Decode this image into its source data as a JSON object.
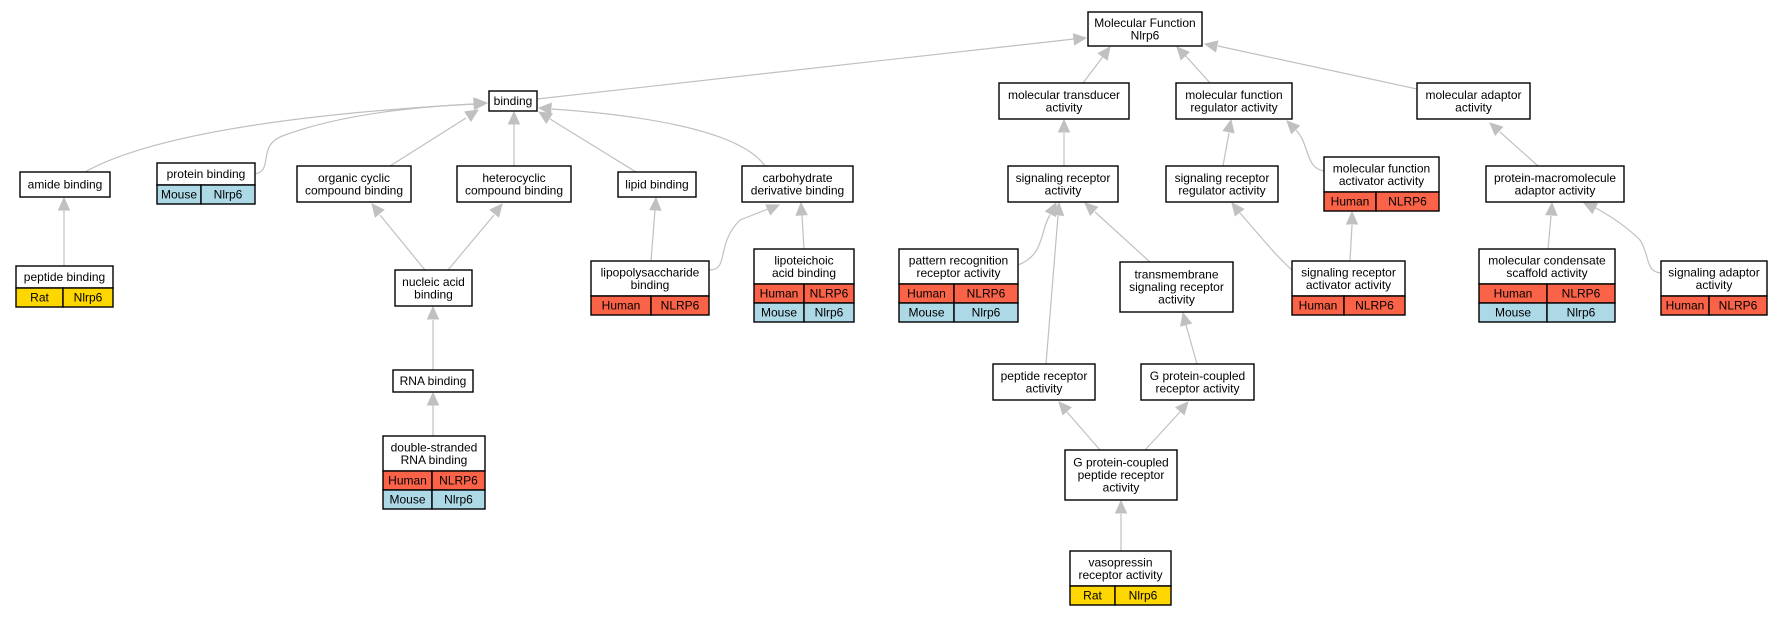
{
  "colors": {
    "human": "#fa6347",
    "mouse": "#add8e6",
    "rat": "#ffd700",
    "edge": "#c0c0c0",
    "border": "#000000",
    "box_fill": "#ffffff"
  },
  "nodes": [
    {
      "id": "mf",
      "label": [
        "Molecular Function",
        "Nlrp6"
      ],
      "annotations": []
    },
    {
      "id": "binding",
      "label": [
        "binding"
      ],
      "annotations": []
    },
    {
      "id": "mol_transducer",
      "label": [
        "molecular transducer",
        "activity"
      ],
      "annotations": []
    },
    {
      "id": "mf_regulator",
      "label": [
        "molecular function",
        "regulator activity"
      ],
      "annotations": []
    },
    {
      "id": "mol_adaptor",
      "label": [
        "molecular adaptor",
        "activity"
      ],
      "annotations": []
    },
    {
      "id": "amide",
      "label": [
        "amide binding"
      ],
      "annotations": []
    },
    {
      "id": "protein_binding",
      "label": [
        "protein binding"
      ],
      "annotations": [
        {
          "species": "Mouse",
          "gene": "Nlrp6",
          "color": "mouse"
        }
      ]
    },
    {
      "id": "organic_cyclic",
      "label": [
        "organic cyclic",
        "compound binding"
      ],
      "annotations": []
    },
    {
      "id": "heterocyclic",
      "label": [
        "heterocyclic",
        "compound binding"
      ],
      "annotations": []
    },
    {
      "id": "lipid_binding",
      "label": [
        "lipid binding"
      ],
      "annotations": []
    },
    {
      "id": "carbohydrate",
      "label": [
        "carbohydrate",
        "derivative binding"
      ],
      "annotations": []
    },
    {
      "id": "sig_receptor",
      "label": [
        "signaling receptor",
        "activity"
      ],
      "annotations": []
    },
    {
      "id": "sig_rec_regulator",
      "label": [
        "signaling receptor",
        "regulator activity"
      ],
      "annotations": []
    },
    {
      "id": "mf_activator",
      "label": [
        "molecular function",
        "activator activity"
      ],
      "annotations": [
        {
          "species": "Human",
          "gene": "NLRP6",
          "color": "human"
        }
      ]
    },
    {
      "id": "pm_adaptor",
      "label": [
        "protein-macromolecule",
        "adaptor activity"
      ],
      "annotations": []
    },
    {
      "id": "peptide_binding",
      "label": [
        "peptide binding"
      ],
      "annotations": [
        {
          "species": "Rat",
          "gene": "Nlrp6",
          "color": "rat"
        }
      ]
    },
    {
      "id": "nucleic_acid",
      "label": [
        "nucleic acid",
        "binding"
      ],
      "annotations": []
    },
    {
      "id": "lps_binding",
      "label": [
        "lipopolysaccharide",
        "binding"
      ],
      "annotations": [
        {
          "species": "Human",
          "gene": "NLRP6",
          "color": "human"
        }
      ]
    },
    {
      "id": "lta_binding",
      "label": [
        "lipoteichoic",
        "acid binding"
      ],
      "annotations": [
        {
          "species": "Human",
          "gene": "NLRP6",
          "color": "human"
        },
        {
          "species": "Mouse",
          "gene": "Nlrp6",
          "color": "mouse"
        }
      ]
    },
    {
      "id": "prr_activity",
      "label": [
        "pattern recognition",
        "receptor activity"
      ],
      "annotations": [
        {
          "species": "Human",
          "gene": "NLRP6",
          "color": "human"
        },
        {
          "species": "Mouse",
          "gene": "Nlrp6",
          "color": "mouse"
        }
      ]
    },
    {
      "id": "transmembrane",
      "label": [
        "transmembrane",
        "signaling receptor",
        "activity"
      ],
      "annotations": []
    },
    {
      "id": "sig_rec_activator",
      "label": [
        "signaling receptor",
        "activator activity"
      ],
      "annotations": [
        {
          "species": "Human",
          "gene": "NLRP6",
          "color": "human"
        }
      ]
    },
    {
      "id": "condensate",
      "label": [
        "molecular condensate",
        "scaffold activity"
      ],
      "annotations": [
        {
          "species": "Human",
          "gene": "NLRP6",
          "color": "human"
        },
        {
          "species": "Mouse",
          "gene": "Nlrp6",
          "color": "mouse"
        }
      ]
    },
    {
      "id": "sig_adaptor",
      "label": [
        "signaling adaptor",
        "activity"
      ],
      "annotations": [
        {
          "species": "Human",
          "gene": "NLRP6",
          "color": "human"
        }
      ]
    },
    {
      "id": "rna_binding",
      "label": [
        "RNA binding"
      ],
      "annotations": []
    },
    {
      "id": "dsrna_binding",
      "label": [
        "double-stranded",
        "RNA binding"
      ],
      "annotations": [
        {
          "species": "Human",
          "gene": "NLRP6",
          "color": "human"
        },
        {
          "species": "Mouse",
          "gene": "Nlrp6",
          "color": "mouse"
        }
      ]
    },
    {
      "id": "peptide_receptor",
      "label": [
        "peptide receptor",
        "activity"
      ],
      "annotations": []
    },
    {
      "id": "gpcr",
      "label": [
        "G protein-coupled",
        "receptor activity"
      ],
      "annotations": []
    },
    {
      "id": "gpcr_peptide",
      "label": [
        "G protein-coupled",
        "peptide receptor",
        "activity"
      ],
      "annotations": []
    },
    {
      "id": "vasopressin",
      "label": [
        "vasopressin",
        "receptor activity"
      ],
      "annotations": [
        {
          "species": "Rat",
          "gene": "Nlrp6",
          "color": "rat"
        }
      ]
    }
  ],
  "edges": [
    {
      "from": "binding",
      "to": "mf"
    },
    {
      "from": "mol_transducer",
      "to": "mf"
    },
    {
      "from": "mf_regulator",
      "to": "mf"
    },
    {
      "from": "mol_adaptor",
      "to": "mf"
    },
    {
      "from": "amide",
      "to": "binding"
    },
    {
      "from": "protein_binding",
      "to": "binding"
    },
    {
      "from": "organic_cyclic",
      "to": "binding"
    },
    {
      "from": "heterocyclic",
      "to": "binding"
    },
    {
      "from": "lipid_binding",
      "to": "binding"
    },
    {
      "from": "carbohydrate",
      "to": "binding"
    },
    {
      "from": "peptide_binding",
      "to": "amide"
    },
    {
      "from": "nucleic_acid",
      "to": "organic_cyclic"
    },
    {
      "from": "nucleic_acid",
      "to": "heterocyclic"
    },
    {
      "from": "rna_binding",
      "to": "nucleic_acid"
    },
    {
      "from": "dsrna_binding",
      "to": "rna_binding"
    },
    {
      "from": "lps_binding",
      "to": "lipid_binding"
    },
    {
      "from": "lps_binding",
      "to": "carbohydrate"
    },
    {
      "from": "lta_binding",
      "to": "carbohydrate"
    },
    {
      "from": "sig_receptor",
      "to": "mol_transducer"
    },
    {
      "from": "prr_activity",
      "to": "sig_receptor"
    },
    {
      "from": "transmembrane",
      "to": "sig_receptor"
    },
    {
      "from": "peptide_receptor",
      "to": "sig_receptor"
    },
    {
      "from": "gpcr",
      "to": "transmembrane"
    },
    {
      "from": "gpcr_peptide",
      "to": "peptide_receptor"
    },
    {
      "from": "gpcr_peptide",
      "to": "gpcr"
    },
    {
      "from": "vasopressin",
      "to": "gpcr_peptide"
    },
    {
      "from": "sig_rec_regulator",
      "to": "mf_regulator"
    },
    {
      "from": "mf_activator",
      "to": "mf_regulator"
    },
    {
      "from": "sig_rec_activator",
      "to": "sig_rec_regulator"
    },
    {
      "from": "sig_rec_activator",
      "to": "mf_activator"
    },
    {
      "from": "pm_adaptor",
      "to": "mol_adaptor"
    },
    {
      "from": "condensate",
      "to": "pm_adaptor"
    },
    {
      "from": "sig_adaptor",
      "to": "pm_adaptor"
    }
  ]
}
